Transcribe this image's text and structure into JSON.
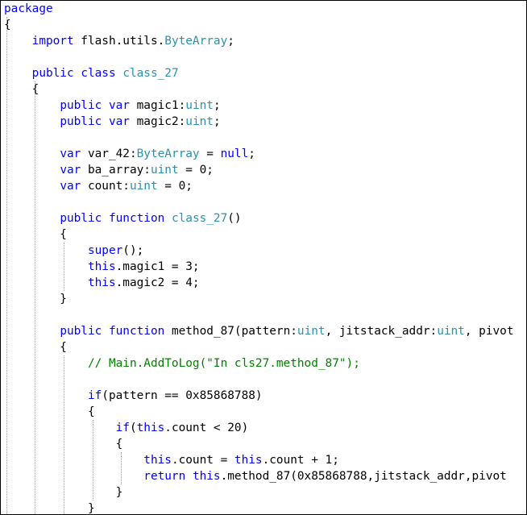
{
  "theme": {
    "background": "#ffffff",
    "plain": "#000000",
    "keyword": "#0000ff",
    "type": "#2b91af",
    "comment": "#008000"
  },
  "code_lines": [
    [
      {
        "k": "kw",
        "t": "package"
      }
    ],
    [
      {
        "k": "p",
        "t": "{"
      }
    ],
    [
      {
        "k": "p",
        "t": "    "
      },
      {
        "k": "kw",
        "t": "import"
      },
      {
        "k": "p",
        "t": " flash.utils."
      },
      {
        "k": "ty",
        "t": "ByteArray"
      },
      {
        "k": "p",
        "t": ";"
      }
    ],
    [],
    [
      {
        "k": "p",
        "t": "    "
      },
      {
        "k": "kw",
        "t": "public"
      },
      {
        "k": "p",
        "t": " "
      },
      {
        "k": "kw",
        "t": "class"
      },
      {
        "k": "p",
        "t": " "
      },
      {
        "k": "ty",
        "t": "class_27"
      }
    ],
    [
      {
        "k": "p",
        "t": "    {"
      }
    ],
    [
      {
        "k": "p",
        "t": "        "
      },
      {
        "k": "kw",
        "t": "public"
      },
      {
        "k": "p",
        "t": " "
      },
      {
        "k": "kw",
        "t": "var"
      },
      {
        "k": "p",
        "t": " magic1:"
      },
      {
        "k": "ty",
        "t": "uint"
      },
      {
        "k": "p",
        "t": ";"
      }
    ],
    [
      {
        "k": "p",
        "t": "        "
      },
      {
        "k": "kw",
        "t": "public"
      },
      {
        "k": "p",
        "t": " "
      },
      {
        "k": "kw",
        "t": "var"
      },
      {
        "k": "p",
        "t": " magic2:"
      },
      {
        "k": "ty",
        "t": "uint"
      },
      {
        "k": "p",
        "t": ";"
      }
    ],
    [],
    [
      {
        "k": "p",
        "t": "        "
      },
      {
        "k": "kw",
        "t": "var"
      },
      {
        "k": "p",
        "t": " var_42:"
      },
      {
        "k": "ty",
        "t": "ByteArray"
      },
      {
        "k": "p",
        "t": " = "
      },
      {
        "k": "kw",
        "t": "null"
      },
      {
        "k": "p",
        "t": ";"
      }
    ],
    [
      {
        "k": "p",
        "t": "        "
      },
      {
        "k": "kw",
        "t": "var"
      },
      {
        "k": "p",
        "t": " ba_array:"
      },
      {
        "k": "ty",
        "t": "uint"
      },
      {
        "k": "p",
        "t": " = 0;"
      }
    ],
    [
      {
        "k": "p",
        "t": "        "
      },
      {
        "k": "kw",
        "t": "var"
      },
      {
        "k": "p",
        "t": " count:"
      },
      {
        "k": "ty",
        "t": "uint"
      },
      {
        "k": "p",
        "t": " = 0;"
      }
    ],
    [],
    [
      {
        "k": "p",
        "t": "        "
      },
      {
        "k": "kw",
        "t": "public"
      },
      {
        "k": "p",
        "t": " "
      },
      {
        "k": "kw",
        "t": "function"
      },
      {
        "k": "p",
        "t": " "
      },
      {
        "k": "ty",
        "t": "class_27"
      },
      {
        "k": "p",
        "t": "()"
      }
    ],
    [
      {
        "k": "p",
        "t": "        {"
      }
    ],
    [
      {
        "k": "p",
        "t": "            "
      },
      {
        "k": "kw",
        "t": "super"
      },
      {
        "k": "p",
        "t": "();"
      }
    ],
    [
      {
        "k": "p",
        "t": "            "
      },
      {
        "k": "kw",
        "t": "this"
      },
      {
        "k": "p",
        "t": ".magic1 = 3;"
      }
    ],
    [
      {
        "k": "p",
        "t": "            "
      },
      {
        "k": "kw",
        "t": "this"
      },
      {
        "k": "p",
        "t": ".magic2 = 4;"
      }
    ],
    [
      {
        "k": "p",
        "t": "        }"
      }
    ],
    [],
    [
      {
        "k": "p",
        "t": "        "
      },
      {
        "k": "kw",
        "t": "public"
      },
      {
        "k": "p",
        "t": " "
      },
      {
        "k": "kw",
        "t": "function"
      },
      {
        "k": "p",
        "t": " method_87(pattern:"
      },
      {
        "k": "ty",
        "t": "uint"
      },
      {
        "k": "p",
        "t": ", jitstack_addr:"
      },
      {
        "k": "ty",
        "t": "uint"
      },
      {
        "k": "p",
        "t": ", pivot"
      }
    ],
    [
      {
        "k": "p",
        "t": "        {"
      }
    ],
    [
      {
        "k": "p",
        "t": "            "
      },
      {
        "k": "cm",
        "t": "// Main.AddToLog(\"In cls27.method_87\");"
      }
    ],
    [],
    [
      {
        "k": "p",
        "t": "            "
      },
      {
        "k": "kw",
        "t": "if"
      },
      {
        "k": "p",
        "t": "(pattern == 0x85868788)"
      }
    ],
    [
      {
        "k": "p",
        "t": "            {"
      }
    ],
    [
      {
        "k": "p",
        "t": "                "
      },
      {
        "k": "kw",
        "t": "if"
      },
      {
        "k": "p",
        "t": "("
      },
      {
        "k": "kw",
        "t": "this"
      },
      {
        "k": "p",
        "t": ".count < 20)"
      }
    ],
    [
      {
        "k": "p",
        "t": "                {"
      }
    ],
    [
      {
        "k": "p",
        "t": "                    "
      },
      {
        "k": "kw",
        "t": "this"
      },
      {
        "k": "p",
        "t": ".count = "
      },
      {
        "k": "kw",
        "t": "this"
      },
      {
        "k": "p",
        "t": ".count + 1;"
      }
    ],
    [
      {
        "k": "p",
        "t": "                    "
      },
      {
        "k": "kw",
        "t": "return"
      },
      {
        "k": "p",
        "t": " "
      },
      {
        "k": "kw",
        "t": "this"
      },
      {
        "k": "p",
        "t": ".method_87(0x85868788,jitstack_addr,pivot"
      }
    ],
    [
      {
        "k": "p",
        "t": "                }"
      }
    ],
    [
      {
        "k": "p",
        "t": "            }"
      }
    ]
  ]
}
